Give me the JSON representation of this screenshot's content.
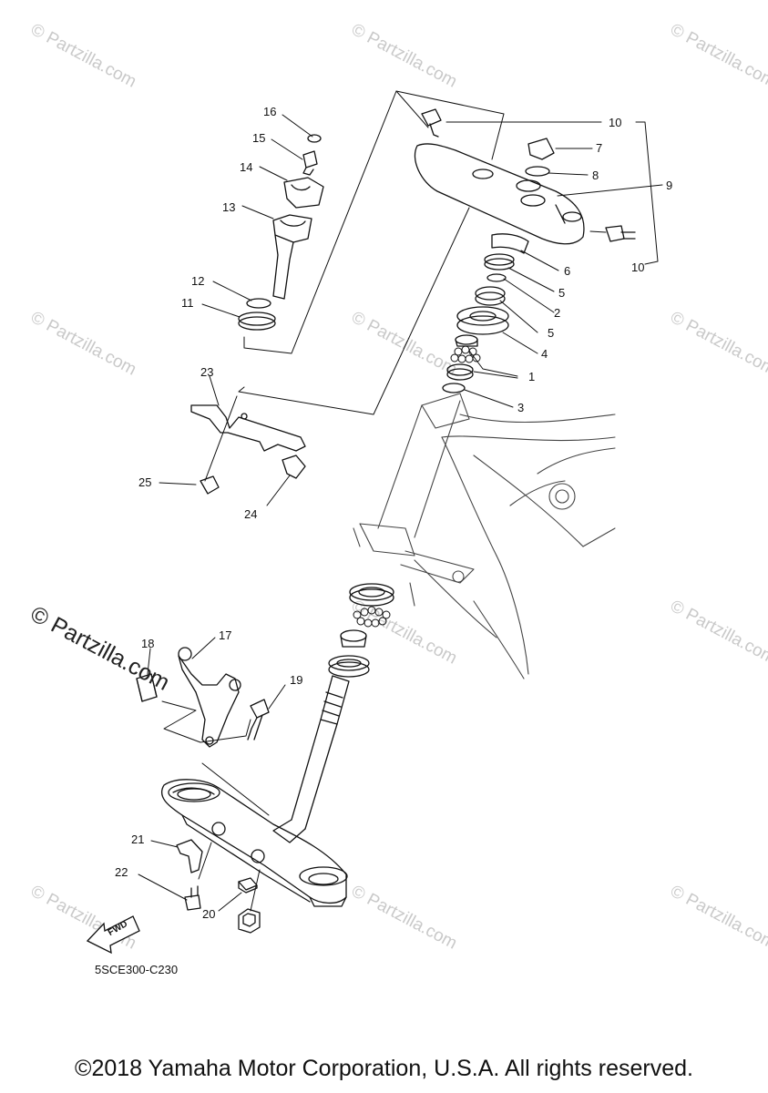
{
  "watermark_text": "© Partzilla.com",
  "watermark_prominent": "© Partzilla.com",
  "callouts": {
    "c1": "1",
    "c2": "2",
    "c3": "3",
    "c4": "4",
    "c5a": "5",
    "c5b": "5",
    "c6": "6",
    "c7": "7",
    "c8": "8",
    "c9": "9",
    "c10a": "10",
    "c10b": "10",
    "c11": "11",
    "c12": "12",
    "c13": "13",
    "c14": "14",
    "c15": "15",
    "c16": "16",
    "c17": "17",
    "c18": "18",
    "c19": "19",
    "c20": "20",
    "c21": "21",
    "c22": "22",
    "c23": "23",
    "c24": "24",
    "c25": "25"
  },
  "fwd_label": "FWD",
  "diagram_code": "5SCE300-C230",
  "copyright": "©2018 Yamaha Motor Corporation, U.S.A. All rights reserved."
}
